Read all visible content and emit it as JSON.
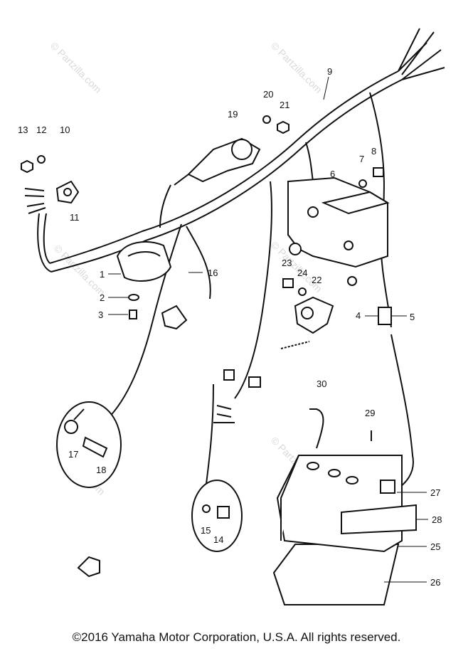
{
  "diagram": {
    "watermark": "© Partzilla.com",
    "callouts": [
      "1",
      "2",
      "3",
      "4",
      "5",
      "6",
      "7",
      "8",
      "9",
      "10",
      "11",
      "12",
      "13",
      "14",
      "15",
      "16",
      "17",
      "18",
      "19",
      "20",
      "21",
      "22",
      "23",
      "24",
      "25",
      "26",
      "27",
      "28",
      "29",
      "30"
    ]
  },
  "footer": {
    "copyright": "©2016 Yamaha Motor Corporation, U.S.A. All rights reserved."
  }
}
